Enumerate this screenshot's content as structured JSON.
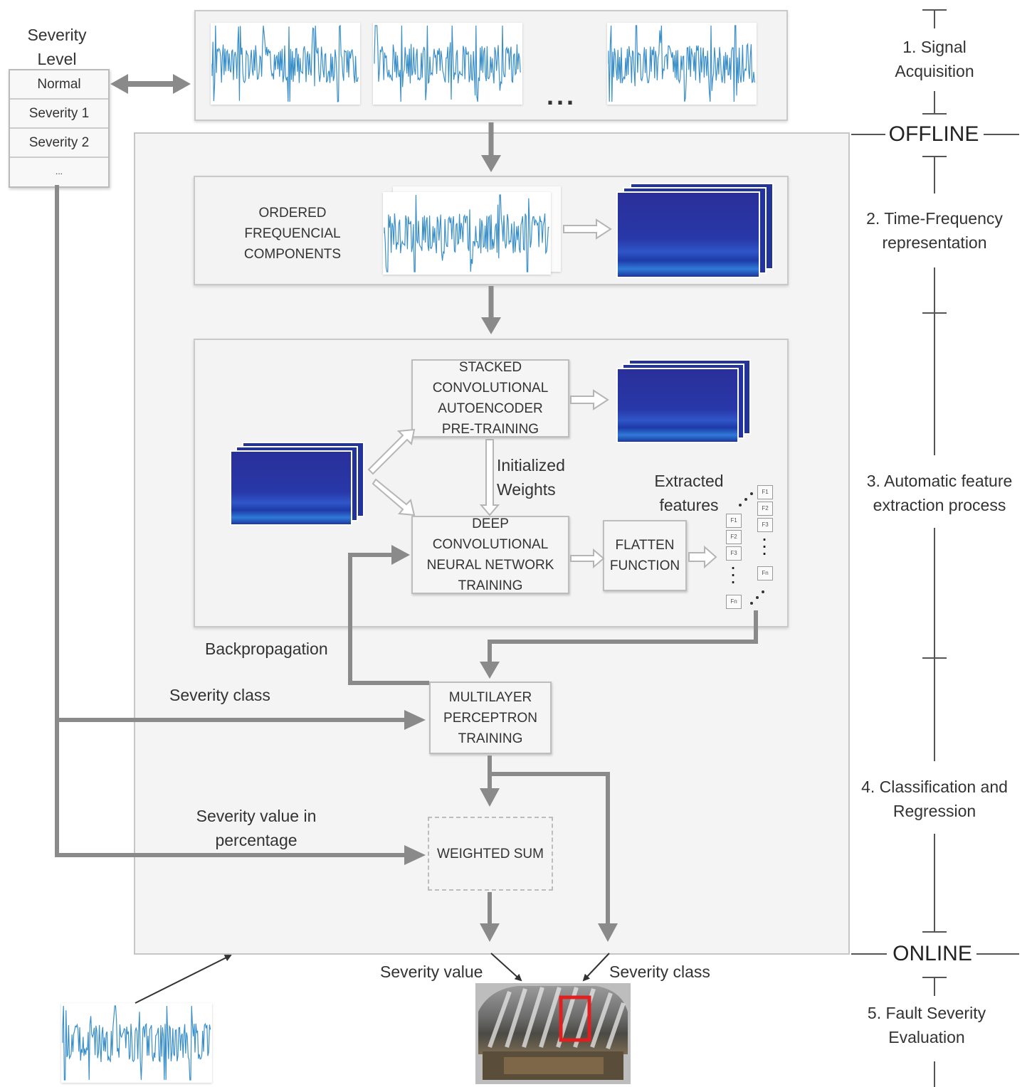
{
  "severity_level": {
    "title_line1": "Severity",
    "title_line2": "Level",
    "rows": [
      "Normal",
      "Severity 1",
      "Severity 2",
      "..."
    ]
  },
  "acquisition": {
    "ellipsis": "..."
  },
  "stages": {
    "stage1_line1": "1. Signal",
    "stage1_line2": "Acquisition",
    "offline": "OFFLINE",
    "stage2_line1": "2. Time-Frequency",
    "stage2_line2": "representation",
    "stage3_line1": "3. Automatic feature",
    "stage3_line2": "extraction process",
    "stage4_line1": "4. Classification and",
    "stage4_line2": "Regression",
    "online": "ONLINE",
    "stage5_line1": "5. Fault Severity",
    "stage5_line2": "Evaluation"
  },
  "tf_block": {
    "line1": "ORDERED",
    "line2": "FREQUENCIAL",
    "line3": "COMPONENTS"
  },
  "sae": {
    "line1": "STACKED",
    "line2": "CONVOLUTIONAL",
    "line3": "AUTOENCODER",
    "line4": "PRE-TRAINING"
  },
  "init_weights": {
    "line1": "Initialized",
    "line2": "Weights"
  },
  "dcnn": {
    "line1": "DEEP",
    "line2": "CONVOLUTIONAL",
    "line3": "NEURAL NETWORK",
    "line4": "TRAINING"
  },
  "flatten": {
    "line1": "FLATTEN",
    "line2": "FUNCTION"
  },
  "extracted": {
    "line1": "Extracted",
    "line2": "features"
  },
  "features_left": [
    "F1",
    "F2",
    "F3",
    "Fn"
  ],
  "features_right": [
    "F1",
    "F2",
    "F3",
    "Fn"
  ],
  "backprop": "Backpropagation",
  "severity_class_label": "Severity class",
  "mlp": {
    "line1": "MULTILAYER",
    "line2": "PERCEPTRON",
    "line3": "TRAINING"
  },
  "sev_value_pct": {
    "line1": "Severity value in",
    "line2": "percentage"
  },
  "weighted_sum": "WEIGHTED SUM",
  "output": {
    "severity_value": "Severity value",
    "severity_class": "Severity class"
  },
  "colors": {
    "arrow": "#8a8a8a",
    "wave": "#3a8fc8",
    "spectrogram": "#2a3aa8",
    "highlight": "#e02020"
  }
}
